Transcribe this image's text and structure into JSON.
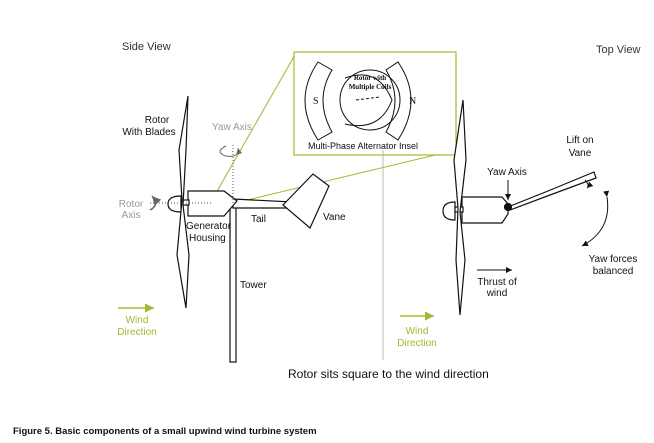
{
  "side_view": {
    "title": "Side View",
    "rotor_label": [
      "Rotor",
      "With Blades"
    ],
    "yaw_axis": "Yaw Axis",
    "rotor_axis": [
      "Rotor",
      "Axis"
    ],
    "generator": [
      "Generator",
      "Housing"
    ],
    "tail": "Tail",
    "vane": "Vane",
    "tower": "Tower",
    "wind": [
      "Wind",
      "Direction"
    ]
  },
  "inset": {
    "south": "S",
    "north": "N",
    "rotor": [
      "Rotor with",
      "Multiple Coils"
    ],
    "caption": "Multi-Phase Alternator Insel"
  },
  "top_view": {
    "title": "Top View",
    "yaw_axis": "Yaw Axis",
    "lift": [
      "Lift on",
      "Vane"
    ],
    "yaw_forces": [
      "Yaw forces",
      "balanced"
    ],
    "thrust": [
      "Thrust of",
      "wind"
    ],
    "wind": [
      "Wind",
      "Direction"
    ]
  },
  "center_caption": "Rotor sits square to the wind direction",
  "figure_caption": "Figure 5. Basic components of a small upwind wind turbine system",
  "colors": {
    "accent_green": "#9bbb2f",
    "gray_label": "#999999"
  }
}
